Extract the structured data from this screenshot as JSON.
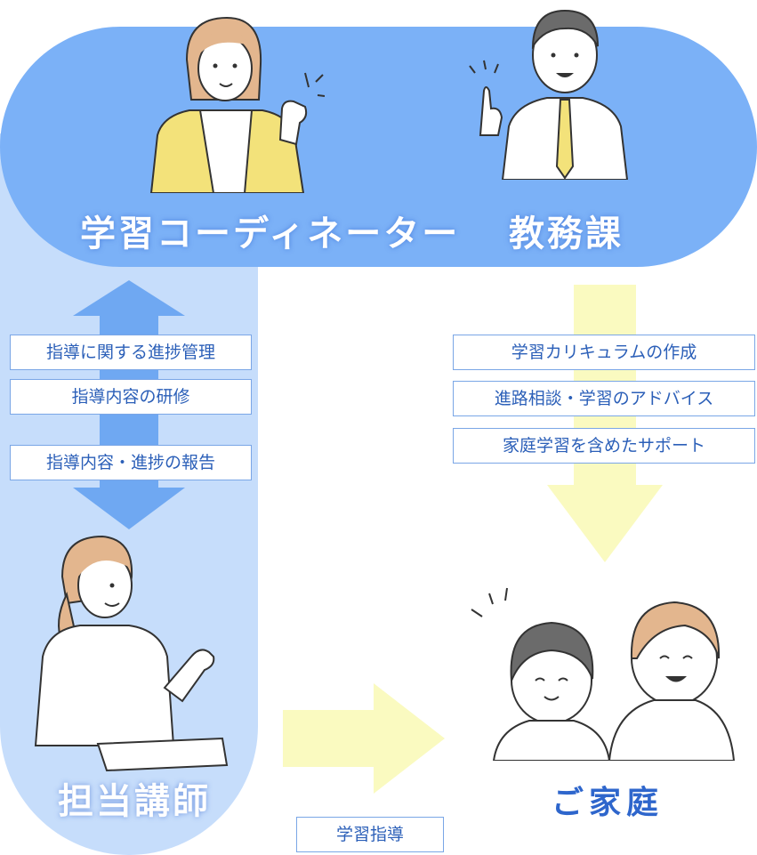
{
  "roles": {
    "coordinator": "学習コーディネーター",
    "academic_affairs": "教務課",
    "tutor": "担当講師",
    "family": "ご家庭"
  },
  "left_labels": [
    "指導に関する進捗管理",
    "指導内容の研修",
    "指導内容・進捗の報告"
  ],
  "right_labels": [
    "学習カリキュラムの作成",
    "進路相談・学習のアドバイス",
    "家庭学習を含めたサポート"
  ],
  "bottom_label": "学習指導",
  "colors": {
    "band_blue": "#7bb1f7",
    "pale_blue": "#c6ddfb",
    "arrow_blue": "#6fa8f2",
    "arrow_yellow": "#fafac0",
    "label_text": "#2b5fb8",
    "family_text": "#2e66cc"
  }
}
